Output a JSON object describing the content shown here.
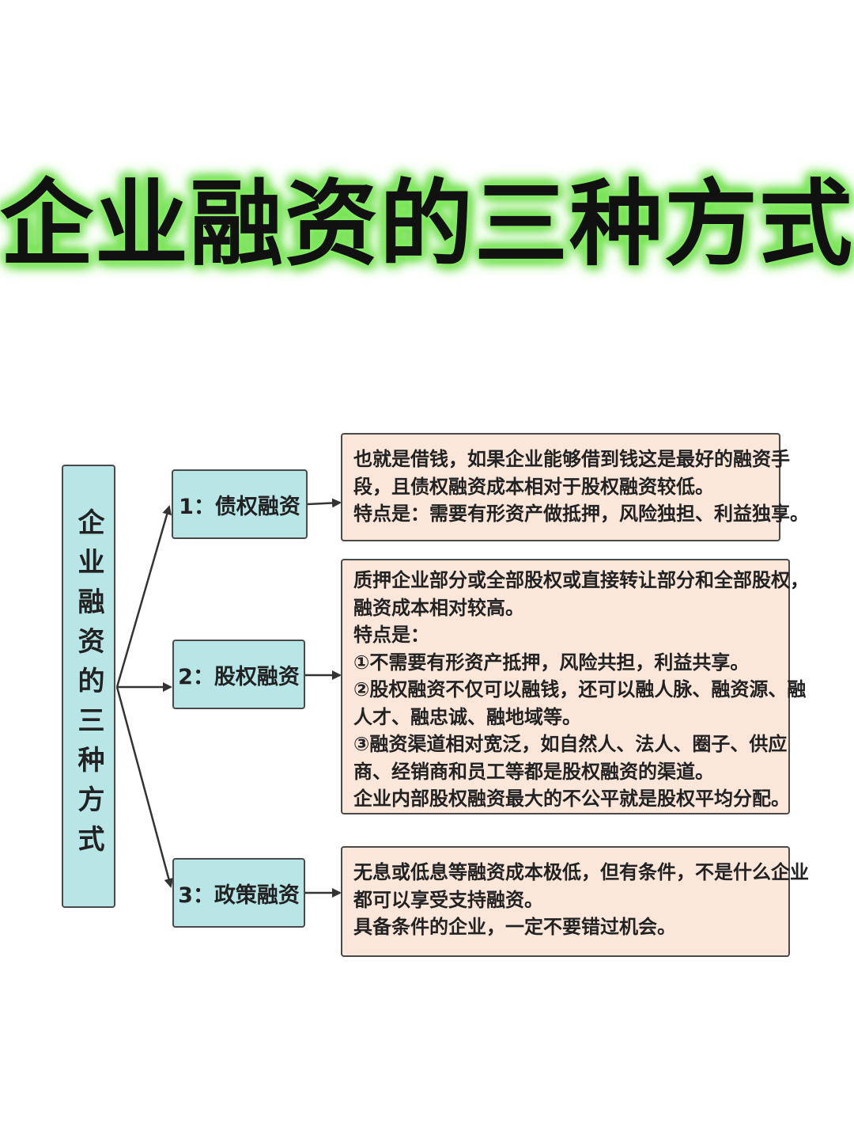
{
  "title": "企业融资的三种方式",
  "root": {
    "label": "企业融资的三种方式"
  },
  "branches": [
    {
      "label": "1：债权融资",
      "details": [
        "也就是借钱，如果企业能够借到钱这是最好的融资手",
        "段，且债权融资成本相对于股权融资较低。",
        "特点是：需要有形资产做抵押，风险独担、利益独享。"
      ]
    },
    {
      "label": "2：股权融资",
      "details": [
        "质押企业部分或全部股权或直接转让部分和全部股权，",
        "融资成本相对较高。",
        "特点是：",
        "①不需要有形资产抵押，风险共担，利益共享。",
        "②股权融资不仅可以融钱，还可以融人脉、融资源、融",
        "人才、融忠诚、融地域等。",
        "③融资渠道相对宽泛，如自然人、法人、圈子、供应",
        "商、经销商和员工等都是股权融资的渠道。",
        "企业内部股权融资最大的不公平就是股权平均分配。"
      ]
    },
    {
      "label": "3：政策融资",
      "details": [
        "无息或低息等融资成本极低，但有条件，不是什么企业",
        "都可以享受支持融资。",
        "具备条件的企业，一定不要错过机会。"
      ]
    }
  ],
  "colors": {
    "title_glow": "#6fe24a",
    "node_fill": "#b8e6e7",
    "detail_fill": "#fbe7da",
    "border": "#4a4a4a",
    "text": "#222222"
  }
}
